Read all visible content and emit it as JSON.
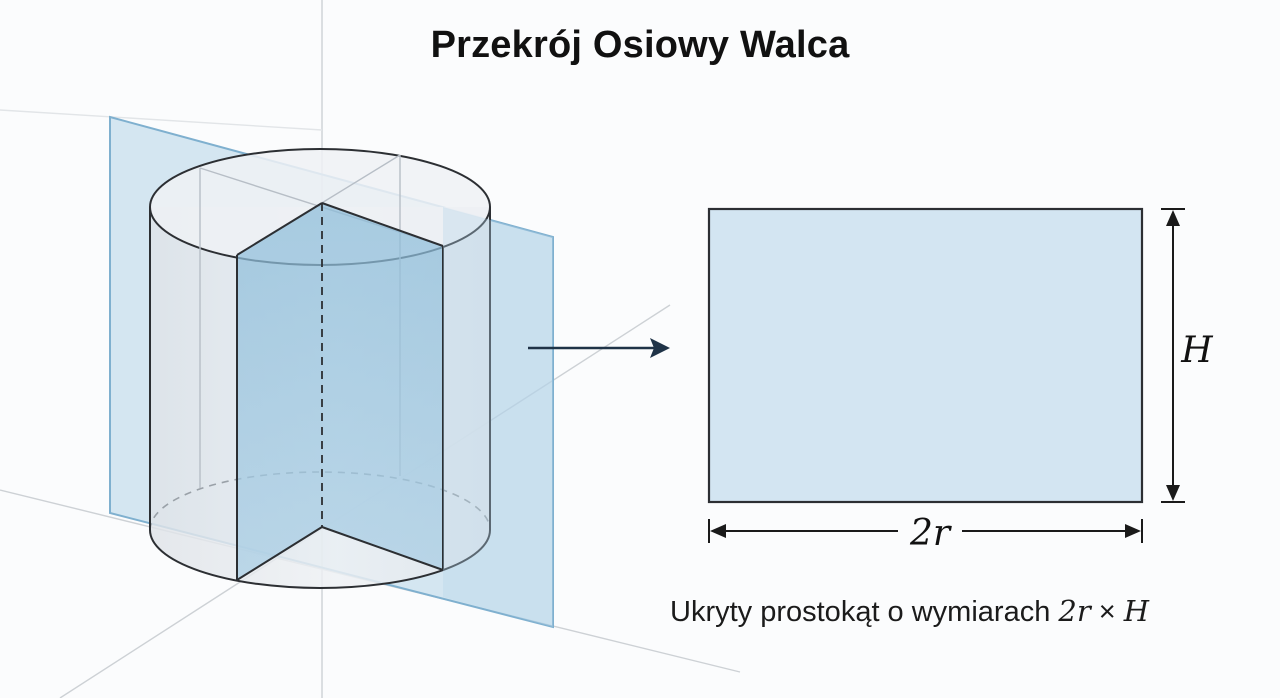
{
  "title": "Przekrój Osiowy Walca",
  "labels": {
    "height": "H",
    "width": "2r"
  },
  "caption": {
    "text": "Ukryty prostokąt o wymiarach",
    "expr_left": "2r",
    "times": "×",
    "expr_right": "H"
  },
  "colors": {
    "plane_fill": "#a9cde4",
    "section_fill": "#8fbfdc",
    "rect_fill": "#d3e5f2",
    "outline": "#2c2f33",
    "axis": "#c9cdd1",
    "arrow": "#1f3347"
  }
}
